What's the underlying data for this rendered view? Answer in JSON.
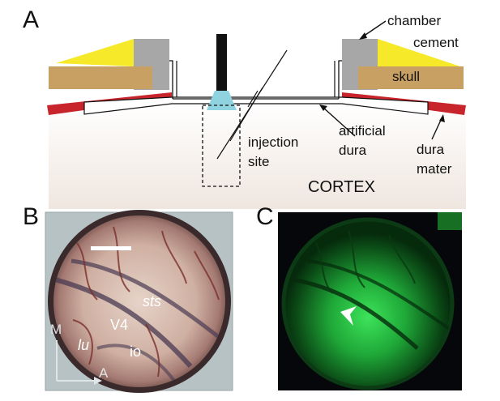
{
  "panels": {
    "a": {
      "letter": "A"
    },
    "b": {
      "letter": "B"
    },
    "c": {
      "letter": "C"
    }
  },
  "schematic": {
    "chamber": "chamber",
    "cement": "cement",
    "skull": "skull",
    "artificial_dura_line1": "artificial",
    "artificial_dura_line2": "dura",
    "dura_mater_line1": "dura",
    "dura_mater_line2": "mater",
    "injection_line1": "injection",
    "injection_line2": "site",
    "cortex": "CORTEX"
  },
  "photo_b": {
    "labels": {
      "sts": "sts",
      "v4": "V4",
      "lu": "lu",
      "io": "io"
    },
    "orientation": {
      "medial": "M",
      "anterior": "A"
    }
  },
  "colors": {
    "cement": "#f5e92a",
    "chamber": "#a7a7a7",
    "skull": "#c9a063",
    "dura_mater": "#c8242b",
    "cortex_top": "#ffffff",
    "cortex_bottom": "#f3ece6",
    "injection_cone": "#8fd3e0",
    "fluorescence": "#1fbf3a"
  },
  "icons": {
    "arrowhead": "white-arrowhead-icon",
    "scale_bar": "scale-bar"
  }
}
